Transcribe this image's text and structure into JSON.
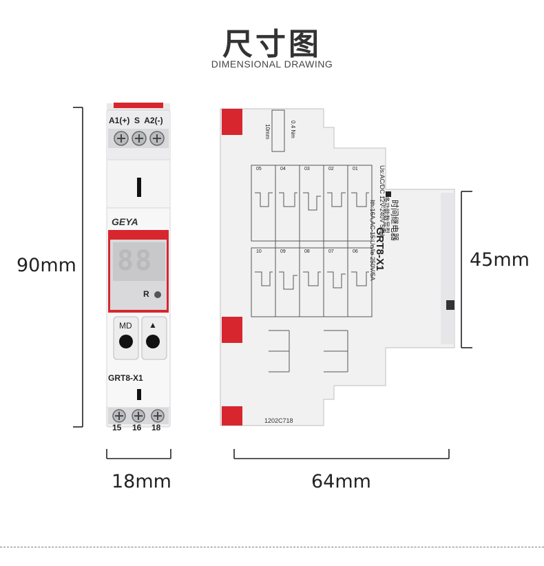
{
  "title": "尺寸图",
  "subtitle": "DIMENSIONAL DRAWING",
  "dimensions": {
    "height": "90mm",
    "width_front": "18mm",
    "depth": "64mm",
    "depth_front": "45mm"
  },
  "front": {
    "terminals_top": "A1(+)  S  A2(-)",
    "brand": "GEYA",
    "display": "88",
    "reset_label": "R",
    "md_button": "MD",
    "up_button": "▲",
    "model": "GRT8-X1",
    "terminals_bottom": [
      "15",
      "16",
      "18"
    ]
  },
  "side": {
    "model": "GRT8-X1",
    "name_cn": "时间继电器",
    "subname_cn": "多功能数显型",
    "spec_us": "Us:AC/DC 12V-240V 50Hz",
    "spec_ith": "Ith:16A,AC-15:Ue/Ie 250V/5A",
    "torque": "0.4 Nm",
    "strip": "10mm",
    "serial": "1202C718",
    "functions": [
      "01",
      "02",
      "03",
      "04",
      "05",
      "06",
      "07",
      "08",
      "09",
      "10"
    ]
  }
}
